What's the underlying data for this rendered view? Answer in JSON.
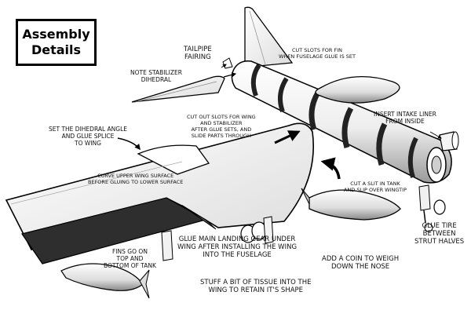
{
  "title": {
    "line1": "Assembly",
    "line2": "Details"
  },
  "callouts": {
    "tailpipe_fairing": [
      "TAILPIPE",
      "FAIRING"
    ],
    "fin_slots": [
      "CUT SLOTS FOR FIN",
      "WHEN FUSELAGE GLUE IS SET"
    ],
    "stabilizer_dihedral": [
      "NOTE STABILIZER",
      "DIHEDRAL"
    ],
    "wing_stab_slots": [
      "CUT OUT SLOTS FOR WING",
      "AND STABILIZER",
      "AFTER GLUE SETS, AND",
      "SLIDE PARTS THROUGH"
    ],
    "intake_liner": [
      "INSERT INTAKE LINER",
      "FROM INSIDE"
    ],
    "dihedral_angle": [
      "SET THE DIHEDRAL ANGLE",
      "AND GLUE SPLICE",
      "TO WING"
    ],
    "curve_wing": [
      "CURVE UPPER WING SURFACE",
      "BEFORE GLUING TO LOWER SURFACE"
    ],
    "tank_slit": [
      "CUT A SLIT IN TANK",
      "AND SLIP OVER WINGTIP"
    ],
    "glue_tire": [
      "GLUE TIRE",
      "BETWEEN",
      "STRUT HALVES"
    ],
    "landing_gear": [
      "GLUE MAIN LANDING GEAR UNDER",
      "WING AFTER INSTALLING THE WING",
      "INTO THE FUSELAGE"
    ],
    "tank_fins": [
      "FINS GO ON",
      "TOP AND",
      "BOTTOM OF TANK"
    ],
    "coin_weight": [
      "ADD A COIN TO WEIGH",
      "DOWN THE NOSE"
    ],
    "tissue": [
      "STUFF A BIT OF TISSUE INTO THE",
      "WING TO RETAIN IT'S SHAPE"
    ]
  }
}
